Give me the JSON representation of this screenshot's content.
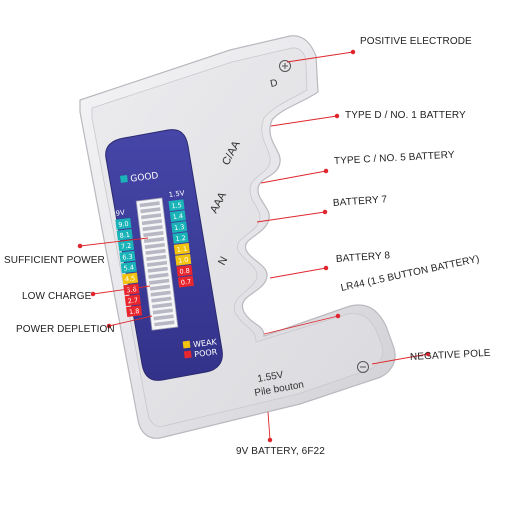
{
  "labels": {
    "positive_electrode": "POSITIVE ELECTRODE",
    "type_d": "TYPE D / NO. 1 BATTERY",
    "type_c": "TYPE C / NO. 5 BATTERY",
    "battery7": "BATTERY 7",
    "battery8": "BATTERY 8",
    "lr44": "LR44 (1.5 BUTTON BATTERY)",
    "negative_pole": "NEGATIVE POLE",
    "nine_v": "9V BATTERY, 6F22",
    "sufficient": "SUFFICIENT POWER",
    "low_charge": "LOW CHARGE",
    "depletion": "POWER DEPLETION"
  },
  "device": {
    "slot_d": "D",
    "slot_caa": "C/AA",
    "slot_aaa": "AAA",
    "slot_n": "N",
    "voltage": "1.55V",
    "pile": "Pile bouton",
    "plus": "+",
    "minus": "−"
  },
  "display": {
    "good": "GOOD",
    "weak": "WEAK",
    "poor": "POOR",
    "left_header": "9V",
    "right_header": "1.5V",
    "left_scale": [
      "9.0",
      "8.1",
      "7.2",
      "6.3",
      "5.4",
      "4.5",
      "3.6",
      "2.7",
      "1.8"
    ],
    "right_scale": [
      "1.5",
      "1.4",
      "1.3",
      "1.2",
      "1.1",
      "1.0",
      "0.8",
      "0.7"
    ],
    "colors": {
      "good": "#19b3b8",
      "weak": "#f2c40f",
      "poor": "#e8262e",
      "panel": "#3b3b9a"
    }
  }
}
